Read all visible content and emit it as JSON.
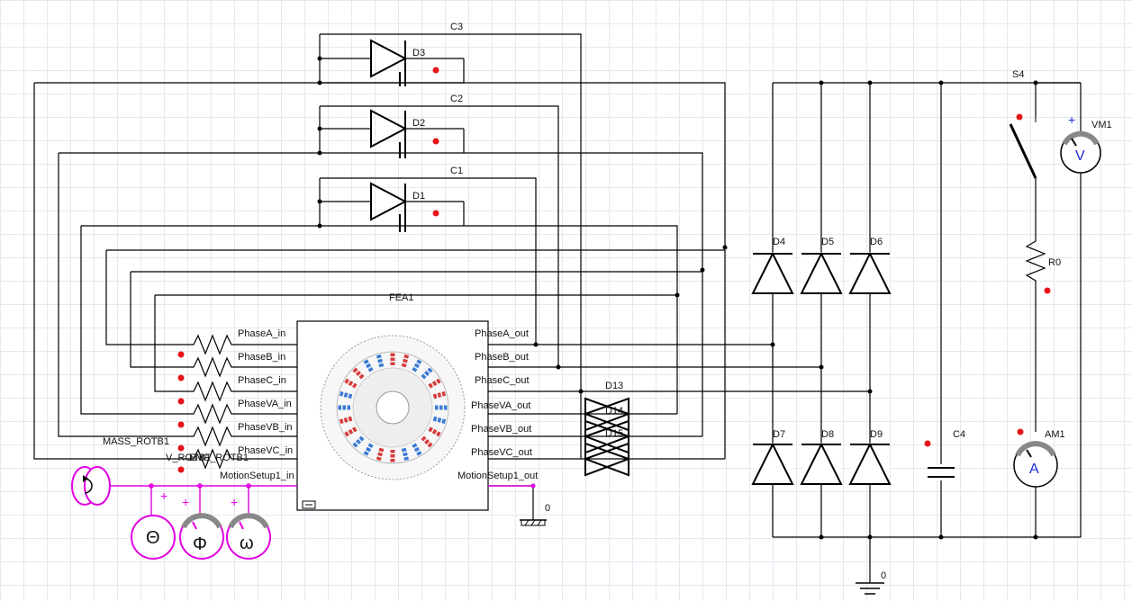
{
  "colors": {
    "wire": "#000000",
    "mech": "#e000e0",
    "terminal": "#e8141a",
    "statorBlue": "#3a7bd5",
    "statorRed": "#d63b3b"
  },
  "labels": {
    "c3": "C3",
    "c2": "C2",
    "c1": "C1",
    "d3": "D3",
    "d2": "D2",
    "d1": "D1",
    "d4": "D4",
    "d5": "D5",
    "d6": "D6",
    "d7": "D7",
    "d8": "D8",
    "d9": "D9",
    "d13": "D13",
    "d14": "D14",
    "d15": "D15",
    "fea1": "FEA1",
    "s4": "S4",
    "vm1": "VM1",
    "r0": "R0",
    "c4": "C4",
    "am1": "AM1",
    "gnd1": "0",
    "gnd2": "0",
    "mass": "MASS_ROTB1",
    "vrot": "V_ROTB1",
    "emf": "EMF_ROTB1"
  },
  "fea_ports_in": [
    "PhaseA_in",
    "PhaseB_in",
    "PhaseC_in",
    "PhaseVA_in",
    "PhaseVB_in",
    "PhaseVC_in",
    "MotionSetup1_in"
  ],
  "fea_ports_out": [
    "PhaseA_out",
    "PhaseB_out",
    "PhaseC_out",
    "PhaseVA_out",
    "PhaseVB_out",
    "PhaseVC_out",
    "MotionSetup1_out"
  ],
  "meters": {
    "vm_symbol": "V",
    "am_symbol": "A",
    "theta": "Θ",
    "phi": "Φ",
    "omega": "ω",
    "plus": "+"
  }
}
